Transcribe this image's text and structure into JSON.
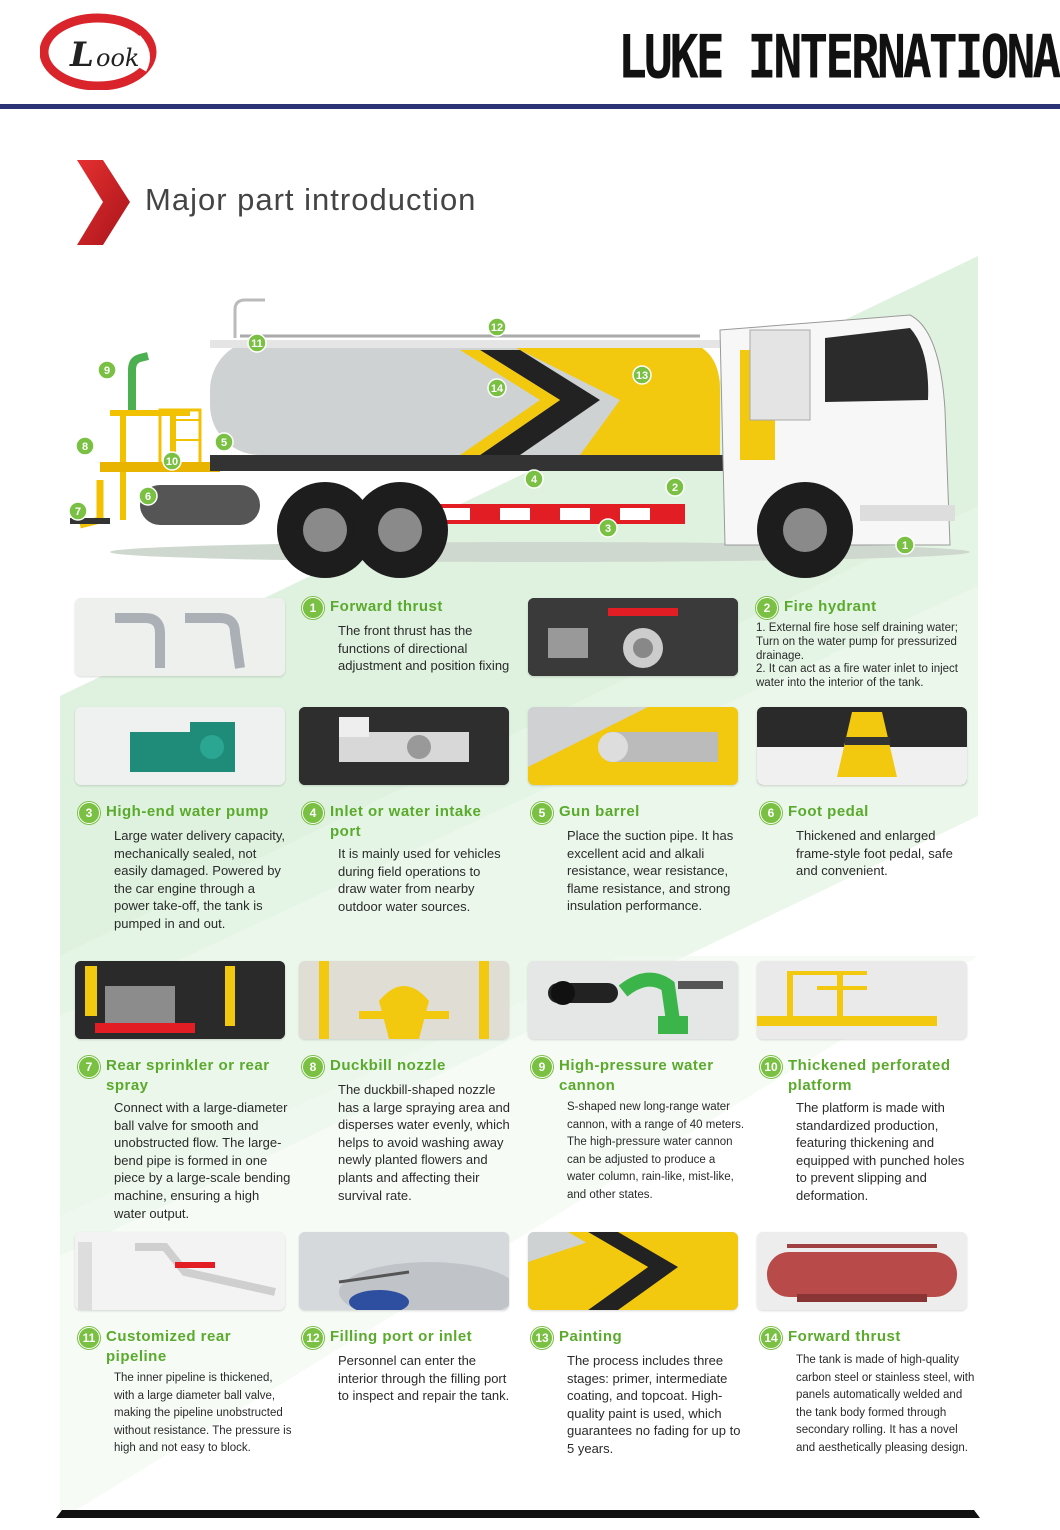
{
  "header": {
    "logo_text": "Look",
    "brand": "LUKE INTERNATIONAL",
    "section_title": "Major part introduction"
  },
  "colors": {
    "accent_green": "#79c043",
    "title_green": "#5aaa2c",
    "header_rule": "#2b3275",
    "logo_red": "#d8242a",
    "chevron_red": "#cc1f26"
  },
  "truck_labels": [
    "1",
    "2",
    "3",
    "4",
    "5",
    "6",
    "7",
    "8",
    "9",
    "10",
    "11",
    "12",
    "13",
    "14"
  ],
  "parts": [
    {
      "num": "1",
      "title": "Forward thrust",
      "desc": "The front thrust has the functions of directional adjustment and position fixing",
      "icon": "elbow-pipe-icon"
    },
    {
      "num": "2",
      "title": "Fire hydrant",
      "desc": "1. External fire hose self draining water; Turn on the water pump for pressurized drainage.\n2. It can act as a fire water inlet to inject water into the interior of the tank.",
      "icon": "valve-icon"
    },
    {
      "num": "3",
      "title": "High-end water pump",
      "desc": "Large water delivery capacity, mechanically sealed, not easily damaged. Powered by the car engine through a power take-off, the tank is pumped in and out.",
      "icon": "pump-icon"
    },
    {
      "num": "4",
      "title": "Inlet or water intake port",
      "desc": "It is mainly used for vehicles during field operations to draw water from nearby outdoor water sources.",
      "icon": "intake-valve-icon"
    },
    {
      "num": "5",
      "title": "Gun barrel",
      "desc": "Place the suction pipe. It has excellent acid and alkali resistance, wear resistance, flame resistance, and strong insulation performance.",
      "icon": "barrel-icon"
    },
    {
      "num": "6",
      "title": "Foot pedal",
      "desc": "Thickened and enlarged frame-style foot pedal, safe and convenient.",
      "icon": "pedal-icon"
    },
    {
      "num": "7",
      "title": "Rear sprinkler or rear spray",
      "desc": "Connect with a large-diameter ball valve for smooth and unobstructed flow. The large-bend pipe is formed in one piece by a large-scale bending machine, ensuring a high water output.",
      "icon": "sprinkler-icon"
    },
    {
      "num": "8",
      "title": "Duckbill nozzle",
      "desc": "The duckbill-shaped nozzle has a large spraying area and disperses water evenly, which helps to avoid washing away newly planted flowers and plants and affecting their survival rate.",
      "icon": "nozzle-icon"
    },
    {
      "num": "9",
      "title": "High-pressure water cannon",
      "desc": "S-shaped new long-range water cannon, with a range of 40 meters. The high-pressure water cannon can be adjusted to produce a water column, rain-like, mist-like, and other states.",
      "icon": "cannon-icon"
    },
    {
      "num": "10",
      "title": "Thickened perforated platform",
      "desc": "The platform is made with standardized production, featuring thickening and equipped with punched holes to prevent slipping and deformation.",
      "icon": "platform-icon"
    },
    {
      "num": "11",
      "title": "Customized rear pipeline",
      "desc": "The inner pipeline is thickened, with a large diameter ball valve, making the pipeline unobstructed without resistance. The pressure is high and not easy to block.",
      "icon": "pipeline-icon"
    },
    {
      "num": "12",
      "title": "Filling port or inlet",
      "desc": "Personnel can enter the interior through the filling port to inspect and repair the tank.",
      "icon": "manhole-icon"
    },
    {
      "num": "13",
      "title": "Painting",
      "desc": "The process includes three stages: primer, intermediate coating, and topcoat. High-quality paint is used, which guarantees no fading for up to 5 years.",
      "icon": "paint-icon"
    },
    {
      "num": "14",
      "title": "Forward thrust",
      "desc": "The tank is made of high-quality carbon steel or stainless steel, with panels automatically welded and the tank body formed through secondary rolling. It has a novel and aesthetically pleasing design.",
      "icon": "tank-icon"
    }
  ]
}
